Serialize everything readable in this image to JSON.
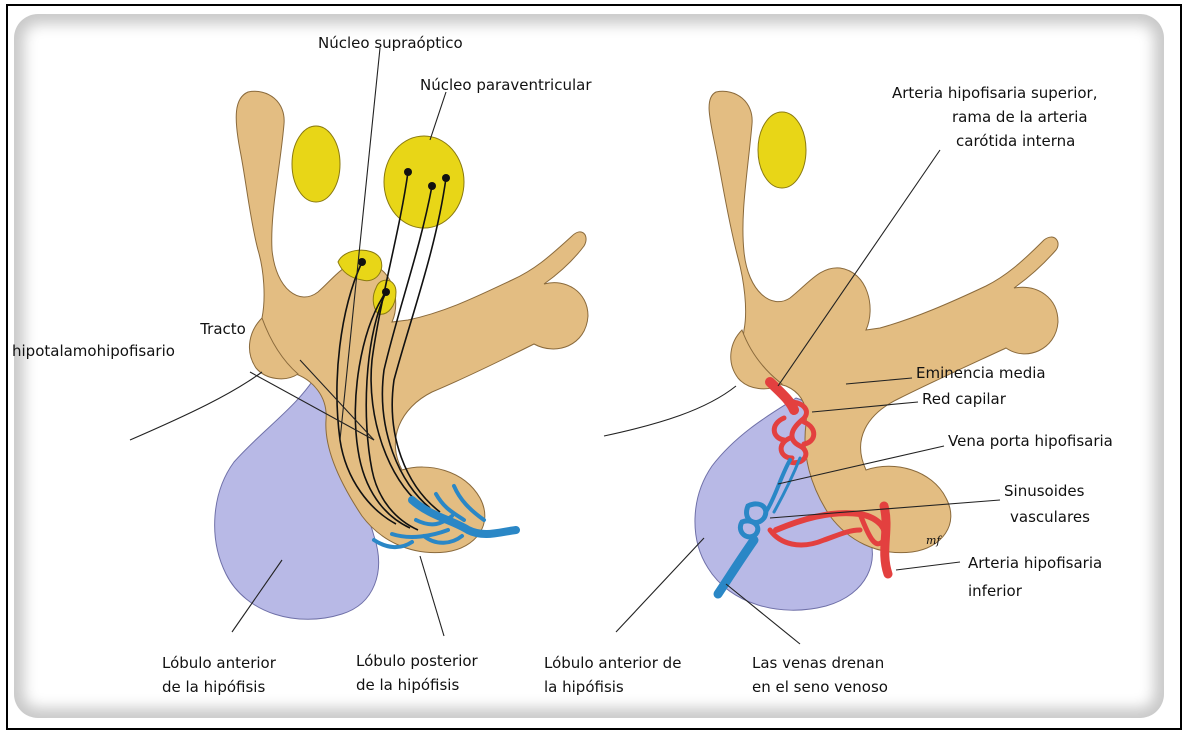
{
  "colors": {
    "tissue": "#e3bd82",
    "tissue_stroke": "#8a6a3c",
    "anterior_lobe": "#b8b9e6",
    "nucleus": "#e8d617",
    "artery": "#e3403f",
    "vein": "#2a87c6"
  },
  "labels": {
    "supraoptic": "Núcleo supraóptico",
    "paraventricular": "Núcleo paraventricular",
    "tract_line1": "Tracto",
    "tract_line2": "hipotalamohipofisario",
    "anterior_left_line1": "Lóbulo anterior",
    "anterior_left_line2": "de la hipófisis",
    "posterior_line1": "Lóbulo posterior",
    "posterior_line2": "de la hipófisis",
    "sup_artery_line1": "Arteria hipofisaria superior,",
    "sup_artery_line2": "rama de la arteria",
    "sup_artery_line3": "carótida interna",
    "median_eminence": "Eminencia media",
    "capillary_net": "Red capilar",
    "portal_vein": "Vena porta hipofisaria",
    "sinusoids_line1": "Sinusoides",
    "sinusoids_line2": "vasculares",
    "inf_artery_line1": "Arteria hipofisaria",
    "inf_artery_line2": "inferior",
    "anterior_right_line1": "Lóbulo anterior de",
    "anterior_right_line2": "la hipófisis",
    "veins_drain_line1": "Las venas drenan",
    "veins_drain_line2": "en el seno venoso",
    "signature": "mf"
  }
}
